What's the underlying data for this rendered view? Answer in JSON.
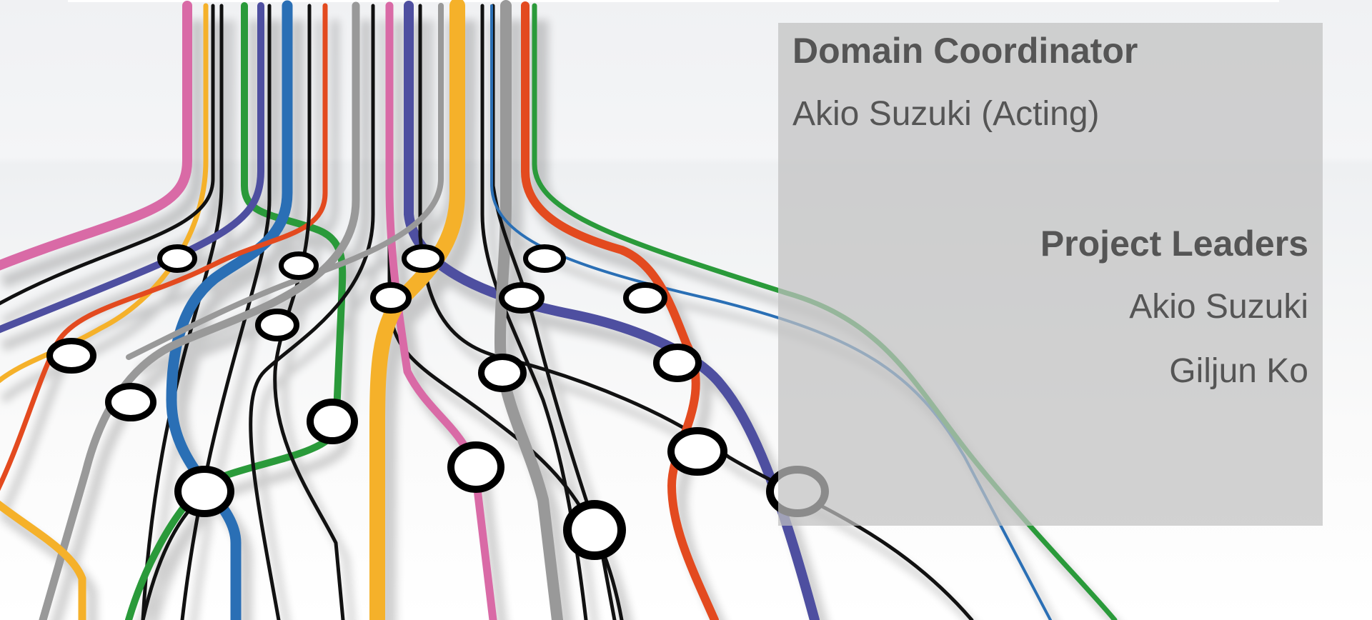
{
  "coordinator": {
    "heading": "Domain Coordinator",
    "name": "Akio Suzuki (Acting)"
  },
  "project_leaders": {
    "heading": "Project Leaders",
    "names": [
      "Akio Suzuki",
      "Giljun Ko"
    ]
  },
  "colors": {
    "panel_background": "#c0c0c0",
    "text": "#555555",
    "line_pink": "#d96aa6",
    "line_orange": "#f5b12a",
    "line_black": "#111111",
    "line_green": "#2a9a3a",
    "line_purple": "#4e4fa0",
    "line_blue": "#2a6fb5",
    "line_red": "#e34a1f",
    "line_gray": "#999999"
  }
}
